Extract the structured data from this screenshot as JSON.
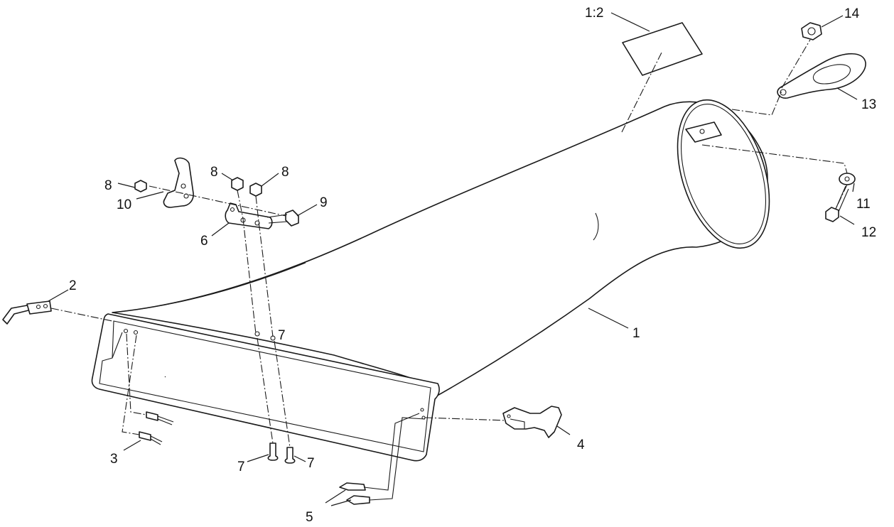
{
  "callouts": {
    "c1": "1",
    "c1_2": "1:2",
    "c2": "2",
    "c3": "3",
    "c4": "4",
    "c5": "5",
    "c6": "6",
    "c7a": "7",
    "c7b": "7",
    "c7c": "7",
    "c8a": "8",
    "c8b": "8",
    "c8c": "8",
    "c9": "9",
    "c10": "10",
    "c11": "11",
    "c12": "12",
    "c13": "13",
    "c14": "14"
  },
  "colors": {
    "line": "#1a1a1a",
    "background": "#ffffff"
  }
}
